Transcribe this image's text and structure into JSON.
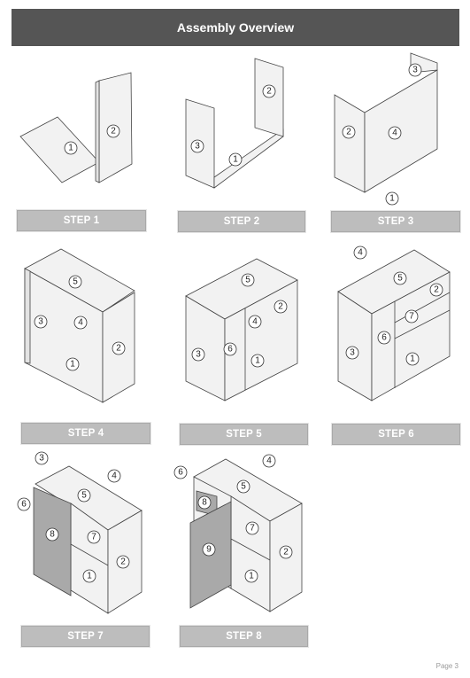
{
  "header": {
    "title": "Assembly Overview"
  },
  "steps": [
    {
      "label": "STEP 1",
      "numbers": [
        "1",
        "2"
      ]
    },
    {
      "label": "STEP 2",
      "numbers": [
        "2",
        "3",
        "1"
      ]
    },
    {
      "label": "STEP 3",
      "numbers": [
        "3",
        "2",
        "4",
        "1"
      ]
    },
    {
      "label": "STEP 4",
      "numbers": [
        "5",
        "3",
        "4",
        "2",
        "1"
      ]
    },
    {
      "label": "STEP 5",
      "numbers": [
        "5",
        "2",
        "4",
        "3",
        "6",
        "1"
      ]
    },
    {
      "label": "STEP 6",
      "numbers": [
        "4",
        "5",
        "2",
        "7",
        "6",
        "3",
        "1"
      ]
    },
    {
      "label": "STEP 7",
      "numbers": [
        "3",
        "4",
        "5",
        "6",
        "8",
        "7",
        "2",
        "1"
      ]
    },
    {
      "label": "STEP 8",
      "numbers": [
        "6",
        "4",
        "5",
        "8",
        "7",
        "9",
        "2",
        "1"
      ]
    }
  ],
  "footer": {
    "page": "Page 3"
  },
  "colors": {
    "header_bg": "#555555",
    "step_bg": "#bdbdbd",
    "door": "#a9a9a9"
  }
}
